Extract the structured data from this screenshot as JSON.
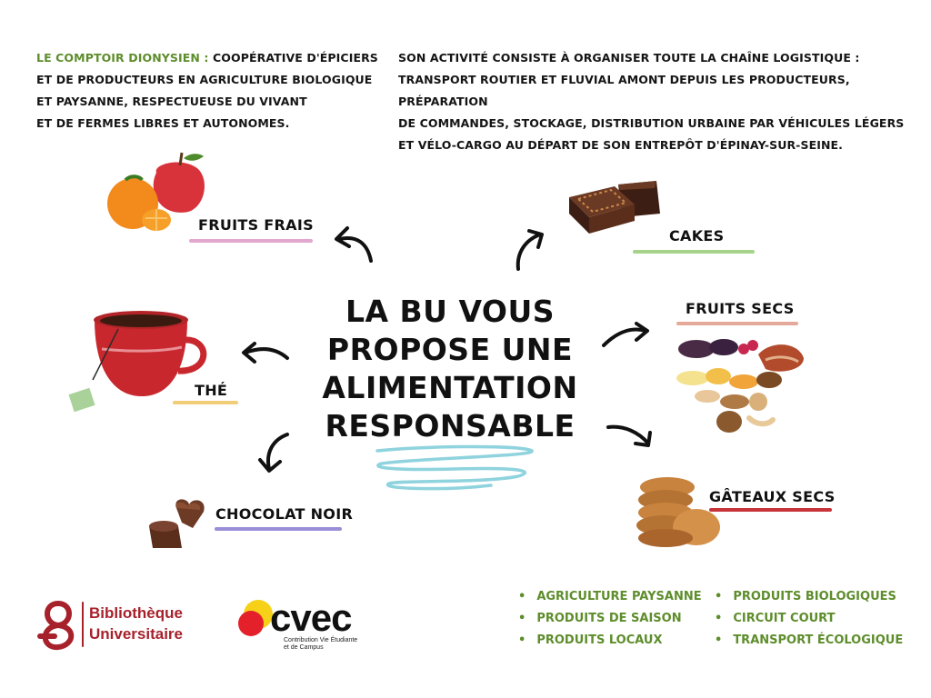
{
  "intro": {
    "left_highlight": "LE COMPTOIR DIONYSIEN :",
    "left_lines": [
      "COOPÉRATIVE D'ÉPICIERS",
      "ET DE PRODUCTEURS EN AGRICULTURE BIOLOGIQUE",
      "ET PAYSANNE, RESPECTUEUSE DU VIVANT",
      "ET DE FERMES LIBRES ET AUTONOMES."
    ],
    "right_lines": [
      "SON ACTIVITÉ CONSISTE À ORGANISER TOUTE LA CHAÎNE LOGISTIQUE :",
      "TRANSPORT ROUTIER ET FLUVIAL AMONT DEPUIS LES PRODUCTEURS, PRÉPARATION",
      "DE COMMANDES, STOCKAGE, DISTRIBUTION URBAINE PAR VÉHICULES LÉGERS",
      "ET VÉLO-CARGO AU DÉPART DE SON ENTREPÔT D'ÉPINAY-SUR-SEINE."
    ]
  },
  "center": {
    "lines": [
      "LA BU VOUS",
      "PROPOSE UNE",
      "ALIMENTATION",
      "RESPONSABLE"
    ]
  },
  "items": {
    "fruits_frais": "FRUITS FRAIS",
    "cakes": "CAKES",
    "fruits_secs": "FRUITS SECS",
    "the": "THÉ",
    "chocolat_noir": "CHOCOLAT NOIR",
    "gateaux_secs": "GÂTEAUX SECS"
  },
  "colors": {
    "accent_green": "#5e8d2c",
    "bu_red": "#a7212b",
    "squiggle_blue": "#8fd3de"
  },
  "bullets": {
    "col1": [
      "AGRICULTURE PAYSANNE",
      "PRODUITS DE SAISON",
      "PRODUITS LOCAUX"
    ],
    "col2": [
      "PRODUITS BIOLOGIQUES",
      "CIRCUIT COURT",
      "TRANSPORT ÉCOLOGIQUE"
    ]
  },
  "logos": {
    "bu_line1": "Bibliothèque",
    "bu_line2": "Universitaire",
    "cvec_word": "cvec",
    "cvec_sub1": "Contribution Vie Étudiante",
    "cvec_sub2": "et de Campus"
  }
}
